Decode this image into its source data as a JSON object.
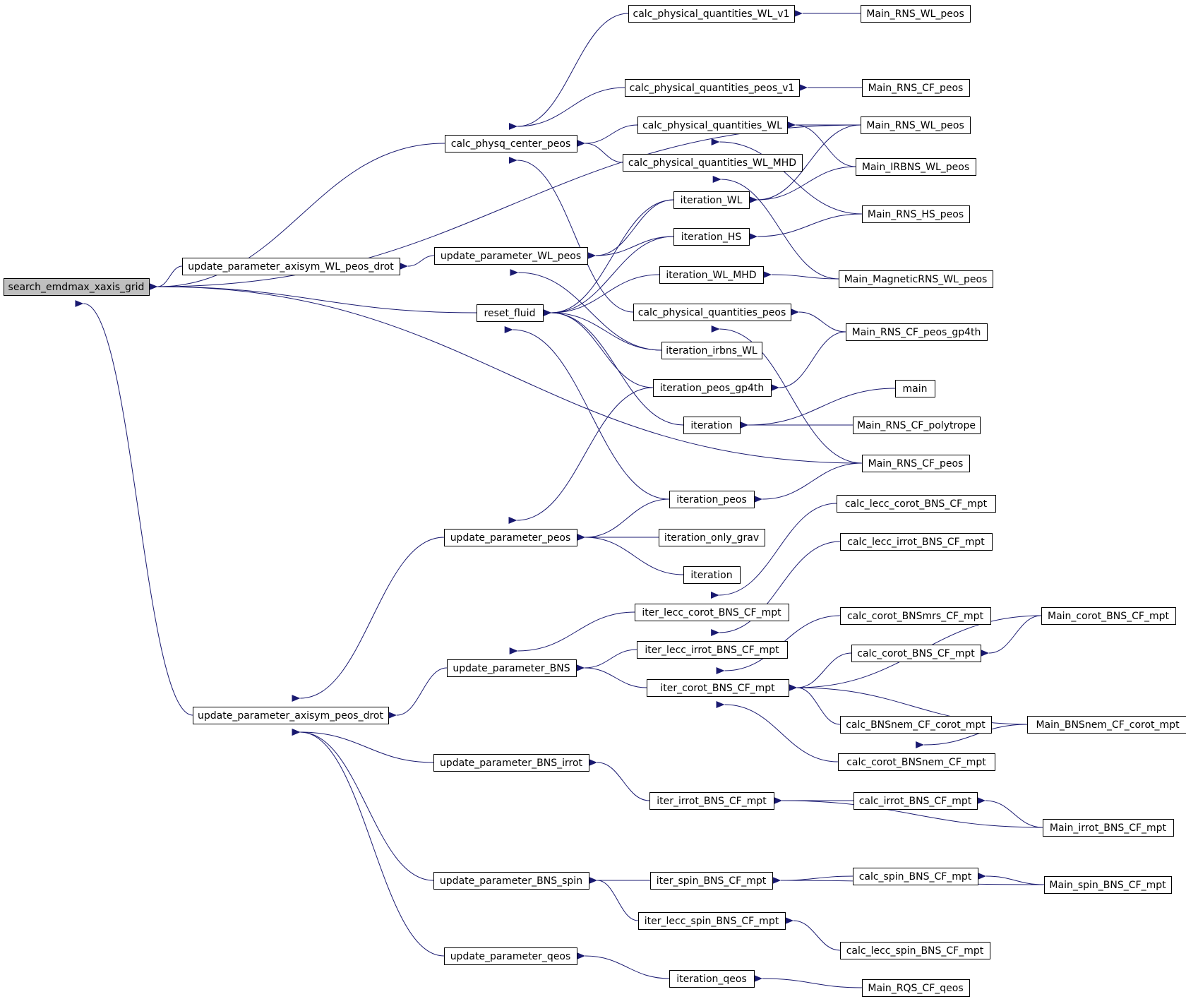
{
  "diagram": {
    "root": "search_emdmax_xaxis_grid",
    "nodes": [
      {
        "id": "n1",
        "label": "search_emdmax_xaxis_grid"
      },
      {
        "id": "n2",
        "label": "update_parameter_axisym_WL_peos_drot"
      },
      {
        "id": "n3",
        "label": "update_parameter_axisym_peos_drot"
      },
      {
        "id": "n4",
        "label": "calc_physq_center_peos"
      },
      {
        "id": "n5",
        "label": "update_parameter_WL_peos"
      },
      {
        "id": "n6",
        "label": "reset_fluid"
      },
      {
        "id": "n7",
        "label": "update_parameter_peos"
      },
      {
        "id": "n8",
        "label": "update_parameter_BNS"
      },
      {
        "id": "n9",
        "label": "update_parameter_BNS_irrot"
      },
      {
        "id": "n10",
        "label": "update_parameter_BNS_spin"
      },
      {
        "id": "n11",
        "label": "update_parameter_qeos"
      },
      {
        "id": "n12",
        "label": "calc_physical_quantities_WL_v1"
      },
      {
        "id": "n13",
        "label": "calc_physical_quantities_peos_v1"
      },
      {
        "id": "n14",
        "label": "calc_physical_quantities_WL"
      },
      {
        "id": "n15",
        "label": "calc_physical_quantities_WL_MHD"
      },
      {
        "id": "n16",
        "label": "iteration_WL"
      },
      {
        "id": "n17",
        "label": "iteration_HS"
      },
      {
        "id": "n18",
        "label": "iteration_WL_MHD"
      },
      {
        "id": "n19",
        "label": "calc_physical_quantities_peos"
      },
      {
        "id": "n20",
        "label": "iteration_irbns_WL"
      },
      {
        "id": "n21",
        "label": "iteration_peos_gp4th"
      },
      {
        "id": "n22",
        "label": "iteration"
      },
      {
        "id": "n23",
        "label": "iteration_peos"
      },
      {
        "id": "n24",
        "label": "iteration_only_grav"
      },
      {
        "id": "n25",
        "label": "iteration"
      },
      {
        "id": "n26",
        "label": "iter_lecc_corot_BNS_CF_mpt"
      },
      {
        "id": "n27",
        "label": "iter_lecc_irrot_BNS_CF_mpt"
      },
      {
        "id": "n28",
        "label": "iter_corot_BNS_CF_mpt"
      },
      {
        "id": "n29",
        "label": "iter_irrot_BNS_CF_mpt"
      },
      {
        "id": "n30",
        "label": "iter_spin_BNS_CF_mpt"
      },
      {
        "id": "n31",
        "label": "iter_lecc_spin_BNS_CF_mpt"
      },
      {
        "id": "n32",
        "label": "iteration_qeos"
      },
      {
        "id": "n33",
        "label": "Main_RNS_WL_peos"
      },
      {
        "id": "n34",
        "label": "Main_RNS_CF_peos"
      },
      {
        "id": "n35",
        "label": "Main_RNS_WL_peos"
      },
      {
        "id": "n36",
        "label": "Main_IRBNS_WL_peos"
      },
      {
        "id": "n37",
        "label": "Main_RNS_HS_peos"
      },
      {
        "id": "n38",
        "label": "Main_MagneticRNS_WL_peos"
      },
      {
        "id": "n39",
        "label": "Main_RNS_CF_peos_gp4th"
      },
      {
        "id": "n40",
        "label": "main"
      },
      {
        "id": "n41",
        "label": "Main_RNS_CF_polytrope"
      },
      {
        "id": "n42",
        "label": "Main_RNS_CF_peos"
      },
      {
        "id": "n43",
        "label": "calc_lecc_corot_BNS_CF_mpt"
      },
      {
        "id": "n44",
        "label": "calc_lecc_irrot_BNS_CF_mpt"
      },
      {
        "id": "n45",
        "label": "calc_corot_BNSmrs_CF_mpt"
      },
      {
        "id": "n46",
        "label": "calc_corot_BNS_CF_mpt"
      },
      {
        "id": "n47",
        "label": "calc_BNSnem_CF_corot_mpt"
      },
      {
        "id": "n48",
        "label": "calc_corot_BNSnem_CF_mpt"
      },
      {
        "id": "n49",
        "label": "calc_irrot_BNS_CF_mpt"
      },
      {
        "id": "n50",
        "label": "calc_spin_BNS_CF_mpt"
      },
      {
        "id": "n51",
        "label": "calc_lecc_spin_BNS_CF_mpt"
      },
      {
        "id": "n52",
        "label": "Main_RQS_CF_qeos"
      },
      {
        "id": "n53",
        "label": "Main_corot_BNS_CF_mpt"
      },
      {
        "id": "n54",
        "label": "Main_BNSnem_CF_corot_mpt"
      },
      {
        "id": "n55",
        "label": "Main_irrot_BNS_CF_mpt"
      },
      {
        "id": "n56",
        "label": "Main_spin_BNS_CF_mpt"
      }
    ],
    "edges": [
      [
        "n1",
        "n2"
      ],
      [
        "n1",
        "n3"
      ],
      [
        "n1",
        "n4"
      ],
      [
        "n1",
        "n6"
      ],
      [
        "n1",
        "n35"
      ],
      [
        "n1",
        "n42"
      ],
      [
        "n2",
        "n5"
      ],
      [
        "n3",
        "n7"
      ],
      [
        "n3",
        "n8"
      ],
      [
        "n3",
        "n9"
      ],
      [
        "n3",
        "n10"
      ],
      [
        "n3",
        "n11"
      ],
      [
        "n4",
        "n12"
      ],
      [
        "n4",
        "n13"
      ],
      [
        "n4",
        "n14"
      ],
      [
        "n4",
        "n15"
      ],
      [
        "n4",
        "n19"
      ],
      [
        "n5",
        "n16"
      ],
      [
        "n5",
        "n17"
      ],
      [
        "n5",
        "n20"
      ],
      [
        "n6",
        "n16"
      ],
      [
        "n6",
        "n17"
      ],
      [
        "n6",
        "n18"
      ],
      [
        "n6",
        "n20"
      ],
      [
        "n6",
        "n21"
      ],
      [
        "n6",
        "n22"
      ],
      [
        "n6",
        "n23"
      ],
      [
        "n7",
        "n21"
      ],
      [
        "n7",
        "n23"
      ],
      [
        "n7",
        "n24"
      ],
      [
        "n7",
        "n25"
      ],
      [
        "n8",
        "n26"
      ],
      [
        "n8",
        "n27"
      ],
      [
        "n8",
        "n28"
      ],
      [
        "n9",
        "n29"
      ],
      [
        "n10",
        "n30"
      ],
      [
        "n10",
        "n31"
      ],
      [
        "n11",
        "n32"
      ],
      [
        "n12",
        "n33"
      ],
      [
        "n13",
        "n34"
      ],
      [
        "n14",
        "n35"
      ],
      [
        "n14",
        "n36"
      ],
      [
        "n14",
        "n37"
      ],
      [
        "n15",
        "n38"
      ],
      [
        "n16",
        "n35"
      ],
      [
        "n16",
        "n36"
      ],
      [
        "n17",
        "n37"
      ],
      [
        "n18",
        "n38"
      ],
      [
        "n19",
        "n39"
      ],
      [
        "n19",
        "n42"
      ],
      [
        "n21",
        "n39"
      ],
      [
        "n22",
        "n40"
      ],
      [
        "n22",
        "n41"
      ],
      [
        "n23",
        "n42"
      ],
      [
        "n26",
        "n43"
      ],
      [
        "n27",
        "n44"
      ],
      [
        "n28",
        "n45"
      ],
      [
        "n28",
        "n46"
      ],
      [
        "n28",
        "n47"
      ],
      [
        "n28",
        "n48"
      ],
      [
        "n28",
        "n53"
      ],
      [
        "n28",
        "n54"
      ],
      [
        "n29",
        "n49"
      ],
      [
        "n29",
        "n55"
      ],
      [
        "n30",
        "n50"
      ],
      [
        "n30",
        "n56"
      ],
      [
        "n31",
        "n51"
      ],
      [
        "n32",
        "n52"
      ],
      [
        "n46",
        "n53"
      ],
      [
        "n48",
        "n54"
      ],
      [
        "n49",
        "n55"
      ],
      [
        "n50",
        "n56"
      ]
    ]
  }
}
